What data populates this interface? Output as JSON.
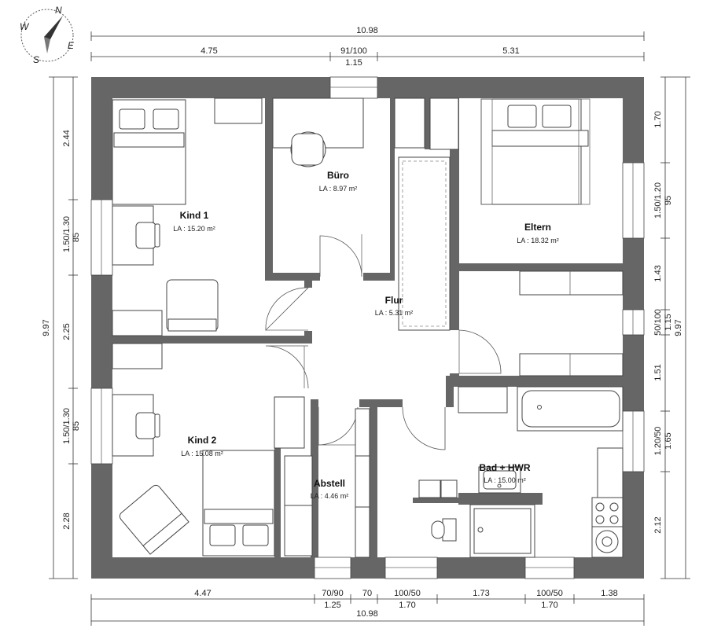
{
  "compass": {
    "letters": [
      "N",
      "E",
      "S",
      "W"
    ]
  },
  "dimensions": {
    "top_total": "10.98",
    "top_segments": [
      "4.75",
      "91/100",
      "1.15",
      "5.31"
    ],
    "bottom_segments": [
      "4.47",
      "70/90",
      "1.25",
      "70",
      "100/50",
      "1.70",
      "1.73",
      "100/50",
      "1.70",
      "1.38"
    ],
    "bottom_total": "10.98",
    "left_total": "9.97",
    "left_segments": [
      "2.44",
      "1.50/1.30",
      "85",
      "2.25",
      "1.50/1.30",
      "85",
      "2.28"
    ],
    "right_total": "9.97",
    "right_segments": [
      "1.70",
      "1.50/1.20",
      "95",
      "1.43",
      "50/100",
      "1.15",
      "1.51",
      "1.20/50",
      "1.65",
      "2.12"
    ]
  },
  "rooms": [
    {
      "name": "Kind 1",
      "area": "LA : 15.20 m²"
    },
    {
      "name": "Büro",
      "area": "LA : 8.97 m²"
    },
    {
      "name": "Eltern",
      "area": "LA : 18.32 m²"
    },
    {
      "name": "Flur",
      "area": "LA : 5.31 m²"
    },
    {
      "name": "Kind 2",
      "area": "LA : 15.08 m²"
    },
    {
      "name": "Abstell",
      "area": "LA : 4.46 m²"
    },
    {
      "name": "Bad + HWR",
      "area": "LA : 15.00 m²"
    }
  ]
}
